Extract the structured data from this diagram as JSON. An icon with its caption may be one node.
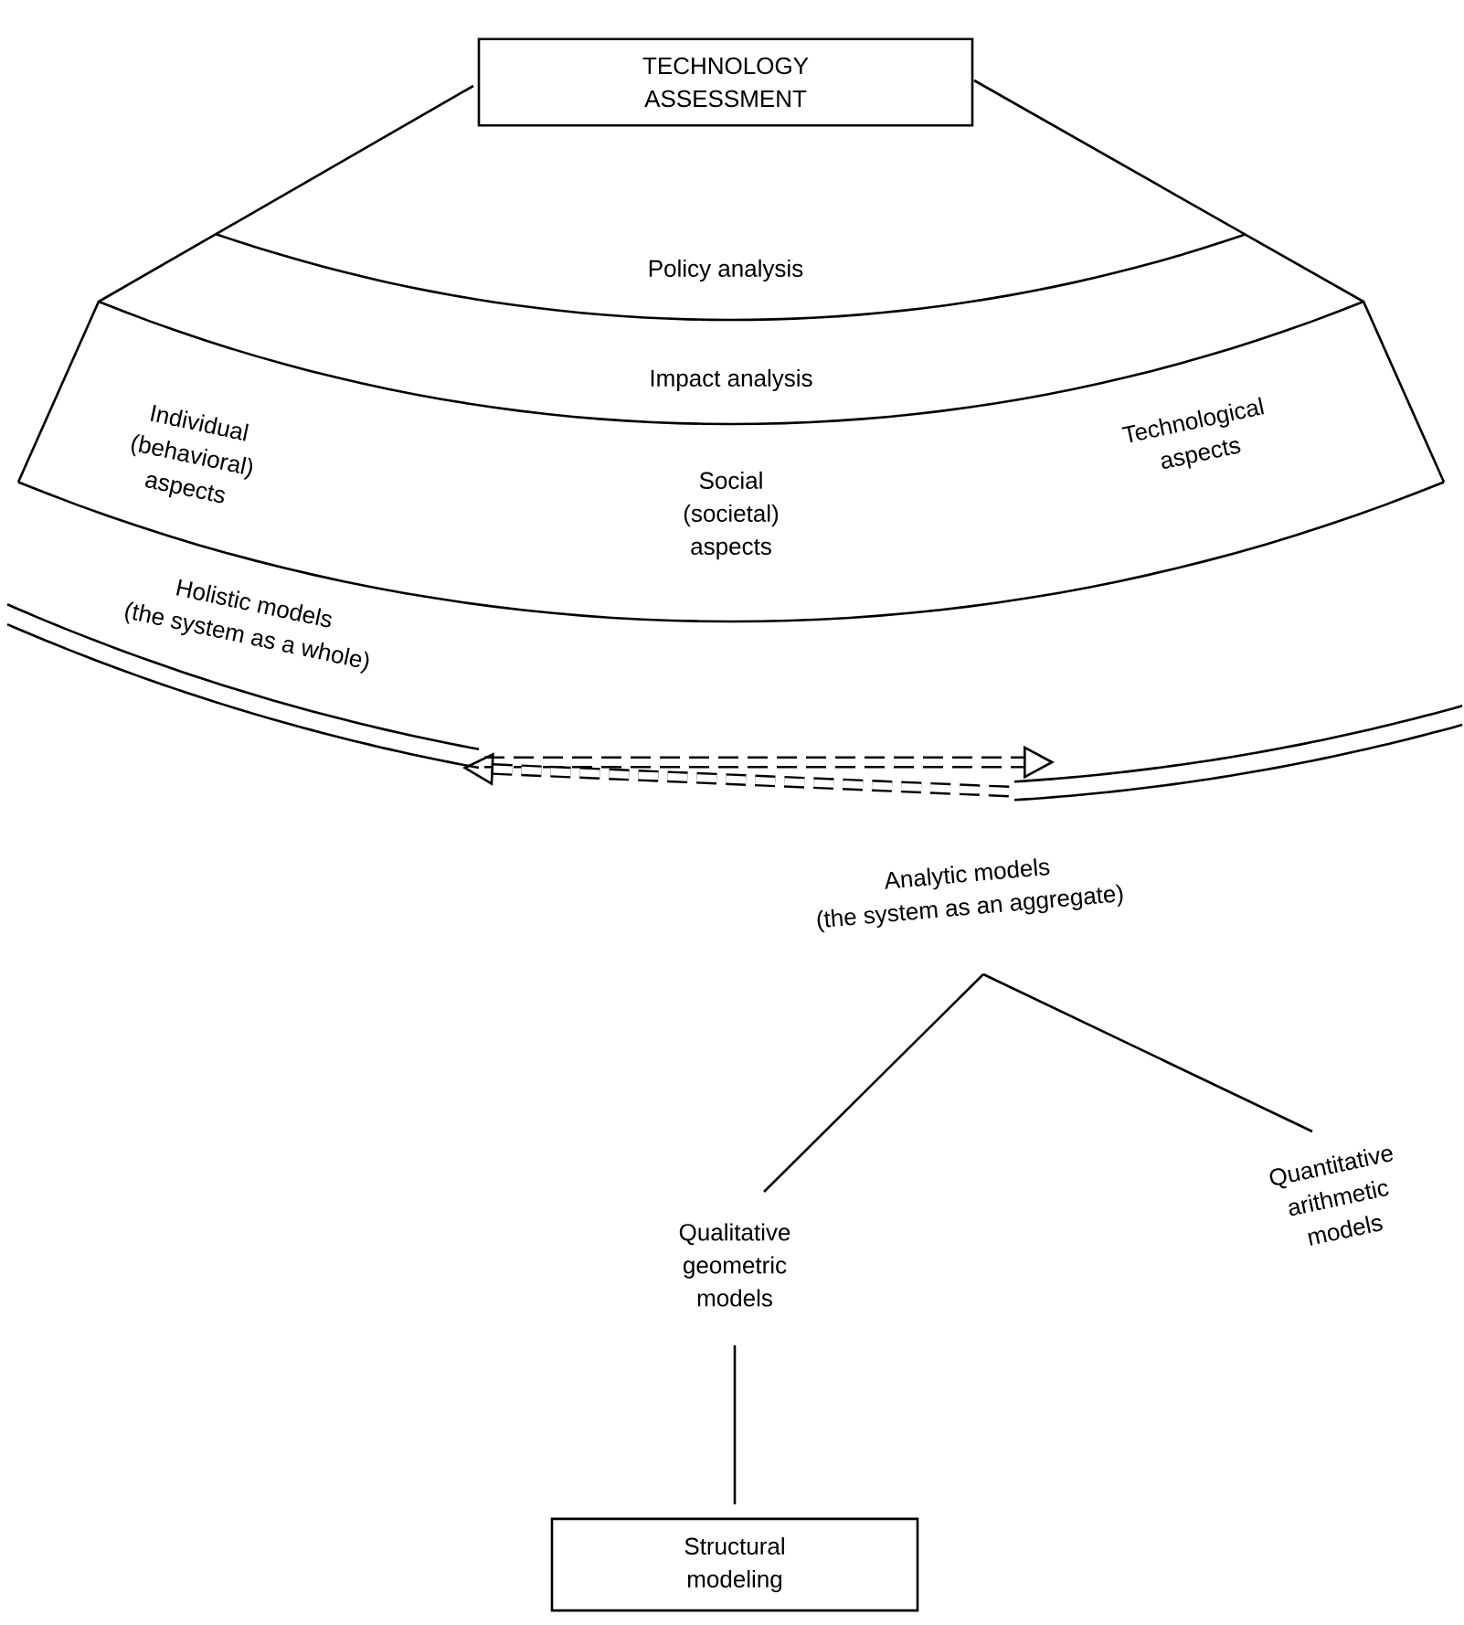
{
  "diagram": {
    "nodes": [
      {
        "text": [
          "TECHNOLOGY ASSESSMENT"
        ]
      },
      {
        "text": [
          "Policy analysis"
        ]
      },
      {
        "text": [
          "Impact analysis"
        ]
      },
      {
        "text": [
          "Individual (behavioral) aspects"
        ]
      },
      {
        "text": [
          "Social (societal) aspects"
        ]
      },
      {
        "text": [
          "Technological aspects"
        ]
      },
      {
        "text": [
          "Holistic models",
          "(the system as a whole)"
        ]
      },
      {
        "text": [
          "Analytic models",
          "(the system as an aggregate)"
        ]
      },
      {
        "text": [
          "Qualitative geometric models"
        ]
      },
      {
        "text": [
          "Quantitative arithmetic models"
        ]
      },
      {
        "text": [
          "Structural modeling"
        ]
      }
    ],
    "edges": [
      {
        "from": 6,
        "to": 7,
        "arrow": "to",
        "style": "dashed"
      },
      {
        "from": 7,
        "to": 6,
        "arrow": "to",
        "style": "dashed"
      },
      {
        "from": 7,
        "to": 8,
        "arrow": "none"
      },
      {
        "from": 7,
        "to": 9,
        "arrow": "none"
      },
      {
        "from": 8,
        "to": 10,
        "arrow": "none"
      }
    ]
  }
}
